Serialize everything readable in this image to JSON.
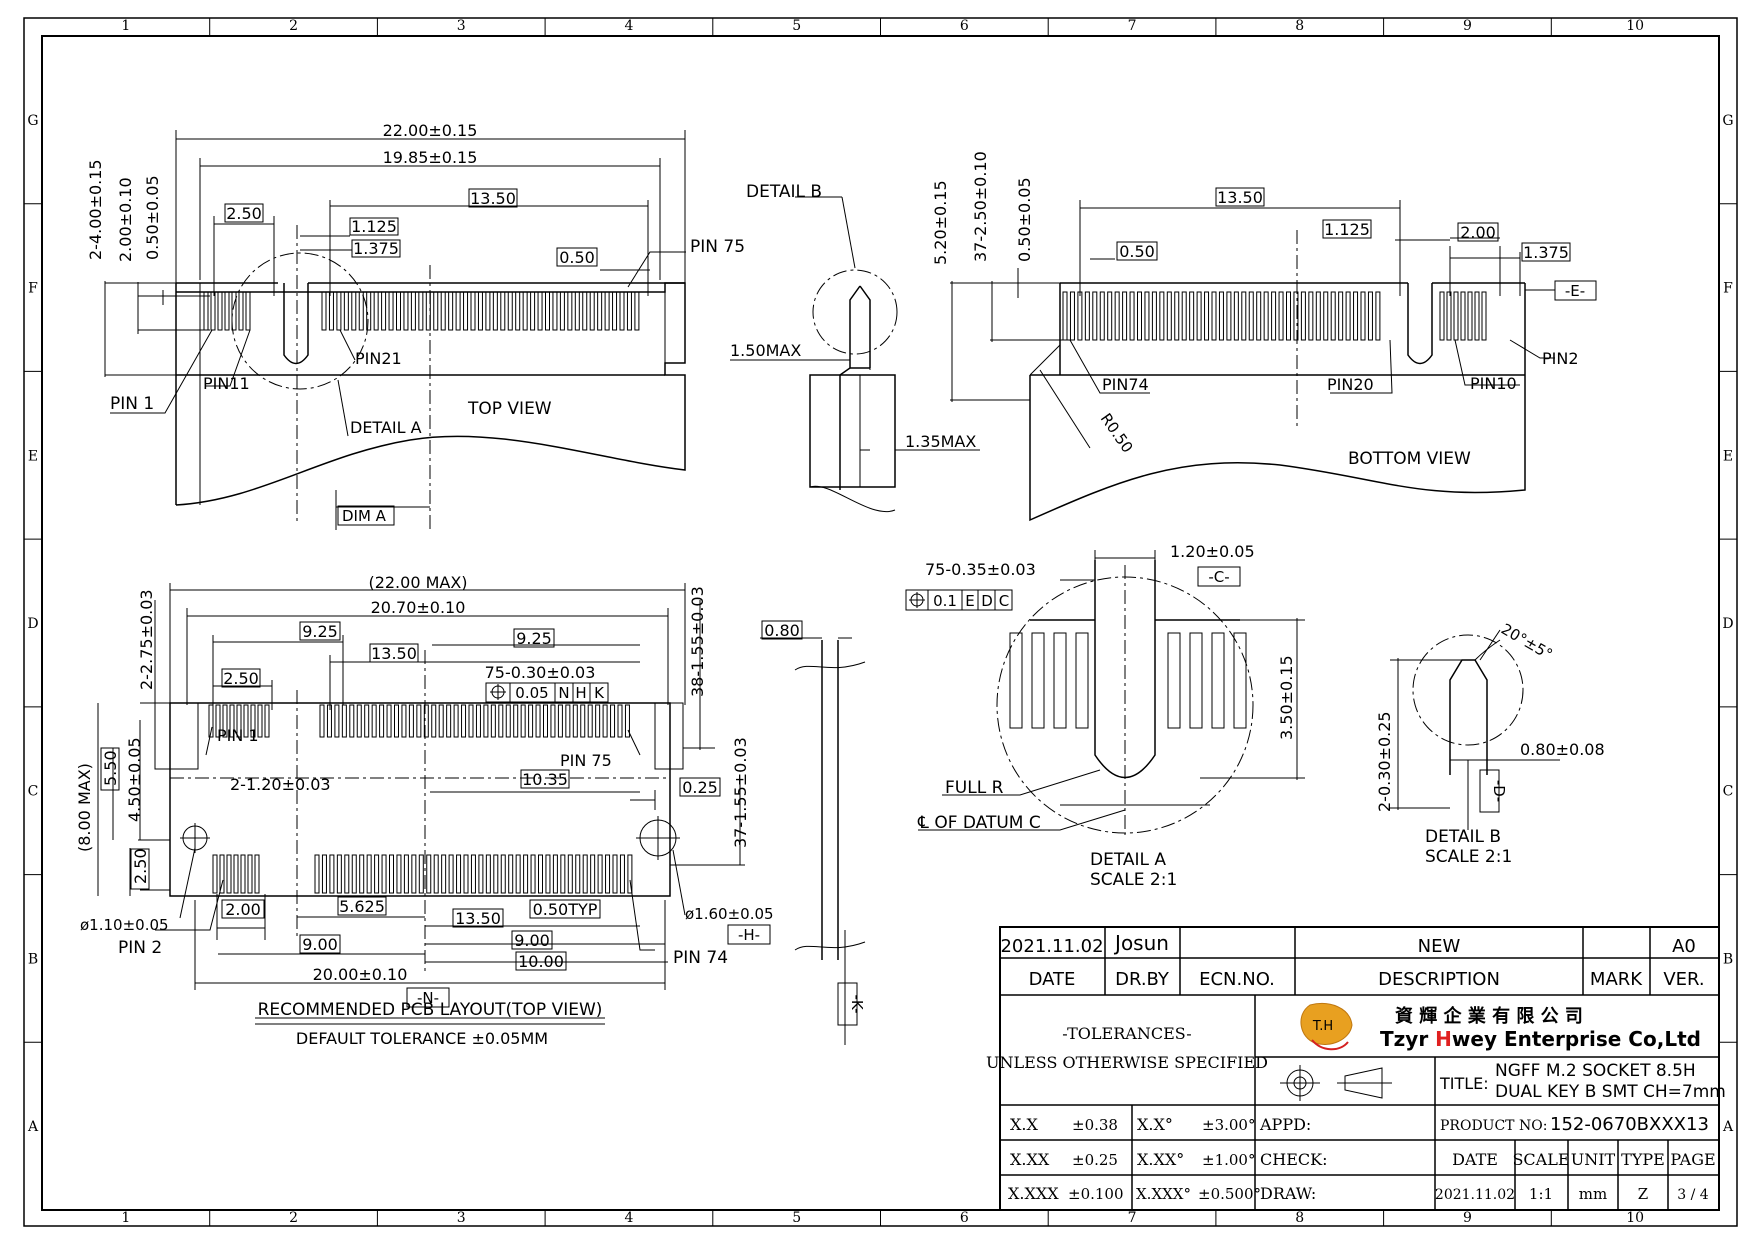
{
  "grid": {
    "columns": [
      "1",
      "2",
      "3",
      "4",
      "5",
      "6",
      "7",
      "8",
      "9",
      "10"
    ],
    "rows": [
      "G",
      "F",
      "E",
      "D",
      "C",
      "B",
      "A"
    ]
  },
  "top_view": {
    "dims": [
      "22.00±0.15",
      "19.85±0.15",
      "13.50",
      "2.50",
      "1.125",
      "1.375",
      "0.50",
      "2-4.00±0.15",
      "2.00±0.10",
      "0.50±0.05"
    ],
    "labels": [
      "PIN 75",
      "PIN 1",
      "PIN11",
      "PIN21",
      "DETAIL A",
      "TOP VIEW",
      "DIM A"
    ]
  },
  "side_view": {
    "labels": [
      "DETAIL B",
      "1.50MAX",
      "1.35MAX"
    ]
  },
  "bottom_view": {
    "dims": [
      "13.50",
      "1.125",
      "2.00",
      "1.375",
      "0.50",
      "5.20±0.15",
      "37-2.50±0.10",
      "0.50±0.05"
    ],
    "labels": [
      "-E-",
      "PIN74",
      "PIN20",
      "PIN10",
      "PIN2",
      "R0.50",
      "BOTTOM VIEW"
    ]
  },
  "pcb_layout": {
    "dims": [
      "(22.00 MAX)",
      "20.70±0.10",
      "9.25",
      "9.25",
      "13.50",
      "2.50",
      "75-0.30±0.03",
      "0.05",
      "N",
      "H",
      "K",
      "2-2.75±0.03",
      "38-1.55±0.03",
      "5.50",
      "4.50±0.05",
      "(8.00 MAX)",
      "2.50",
      "2-1.20±0.03",
      "10.35",
      "0.25",
      "37-1.55±0.03",
      "2.00",
      "5.625",
      "0.50TYP",
      "13.50",
      "9.00",
      "9.00",
      "10.00",
      "20.00±0.10",
      "ø1.10±0.05",
      "ø1.60±0.05"
    ],
    "labels": [
      "PIN 1",
      "PIN 75",
      "PIN 2",
      "PIN 74",
      "-H-",
      "-N-"
    ],
    "caption": "RECOMMENDED PCB LAYOUT(TOP VIEW)",
    "tolerance_note": "DEFAULT TOLERANCE ±0.05MM"
  },
  "profile_view": {
    "dims": [
      "0.80"
    ],
    "labels": [
      "-K-"
    ]
  },
  "detail_a": {
    "dims": [
      "75-0.35±0.03",
      "0.1",
      "E",
      "D",
      "C",
      "1.20±0.05",
      "-C-",
      "3.50±0.15"
    ],
    "labels": [
      "FULL R",
      "℄ OF DATUM C",
      "DETAIL A",
      "SCALE 2:1"
    ]
  },
  "detail_b": {
    "dims": [
      "20°±5°",
      "0.80±0.08",
      "2-0.30±0.25",
      "-D-"
    ],
    "labels": [
      "DETAIL B",
      "SCALE 2:1"
    ]
  },
  "title_block": {
    "revision": {
      "date": "2021.11.02",
      "drawn_by": "Josun",
      "description": "NEW",
      "version": "A0"
    },
    "revision_headers": {
      "date": "DATE",
      "drawn_by": "DR.BY",
      "ecn": "ECN.NO.",
      "description": "DESCRIPTION",
      "mark": "MARK",
      "version": "VER."
    },
    "tolerances_title": "-TOLERANCES-",
    "tolerances_note": "UNLESS OTHERWISE SPECIFIED",
    "tolerance_rows": [
      {
        "l1": "X.X",
        "v1": "±0.38",
        "l2": "X.X°",
        "v2": "±3.00°"
      },
      {
        "l1": "X.XX",
        "v1": "±0.25",
        "l2": "X.XX°",
        "v2": "±1.00°"
      },
      {
        "l1": "X.XXX",
        "v1": "±0.100",
        "l2": "X.XXX°",
        "v2": "±0.500°"
      }
    ],
    "company_cn": "資 輝 企 業 有 限 公 司",
    "company_en_pre": "Tzyr ",
    "company_en_h": "H",
    "company_en_post": "wey Enterprise Co,Ltd",
    "logo_text": "T.H",
    "title_label": "TITLE:",
    "title_line1": "NGFF M.2 SOCKET 8.5H",
    "title_line2": "DUAL KEY B SMT CH=7mm",
    "appd": "APPD:",
    "check": "CHECK:",
    "draw": "DRAW:",
    "product_label": "PRODUCT NO:",
    "product_no": "152-0670BXXX13",
    "footer_headers": [
      "DATE",
      "SCALE",
      "UNIT",
      "TYPE",
      "PAGE"
    ],
    "footer_values": [
      "2021.11.02",
      "1:1",
      "mm",
      "Z",
      "3 / 4"
    ]
  },
  "colors": {
    "line": "#000000",
    "logo_orange": "#e8a020",
    "logo_red": "#d42020",
    "brand_h": "#e02020"
  }
}
